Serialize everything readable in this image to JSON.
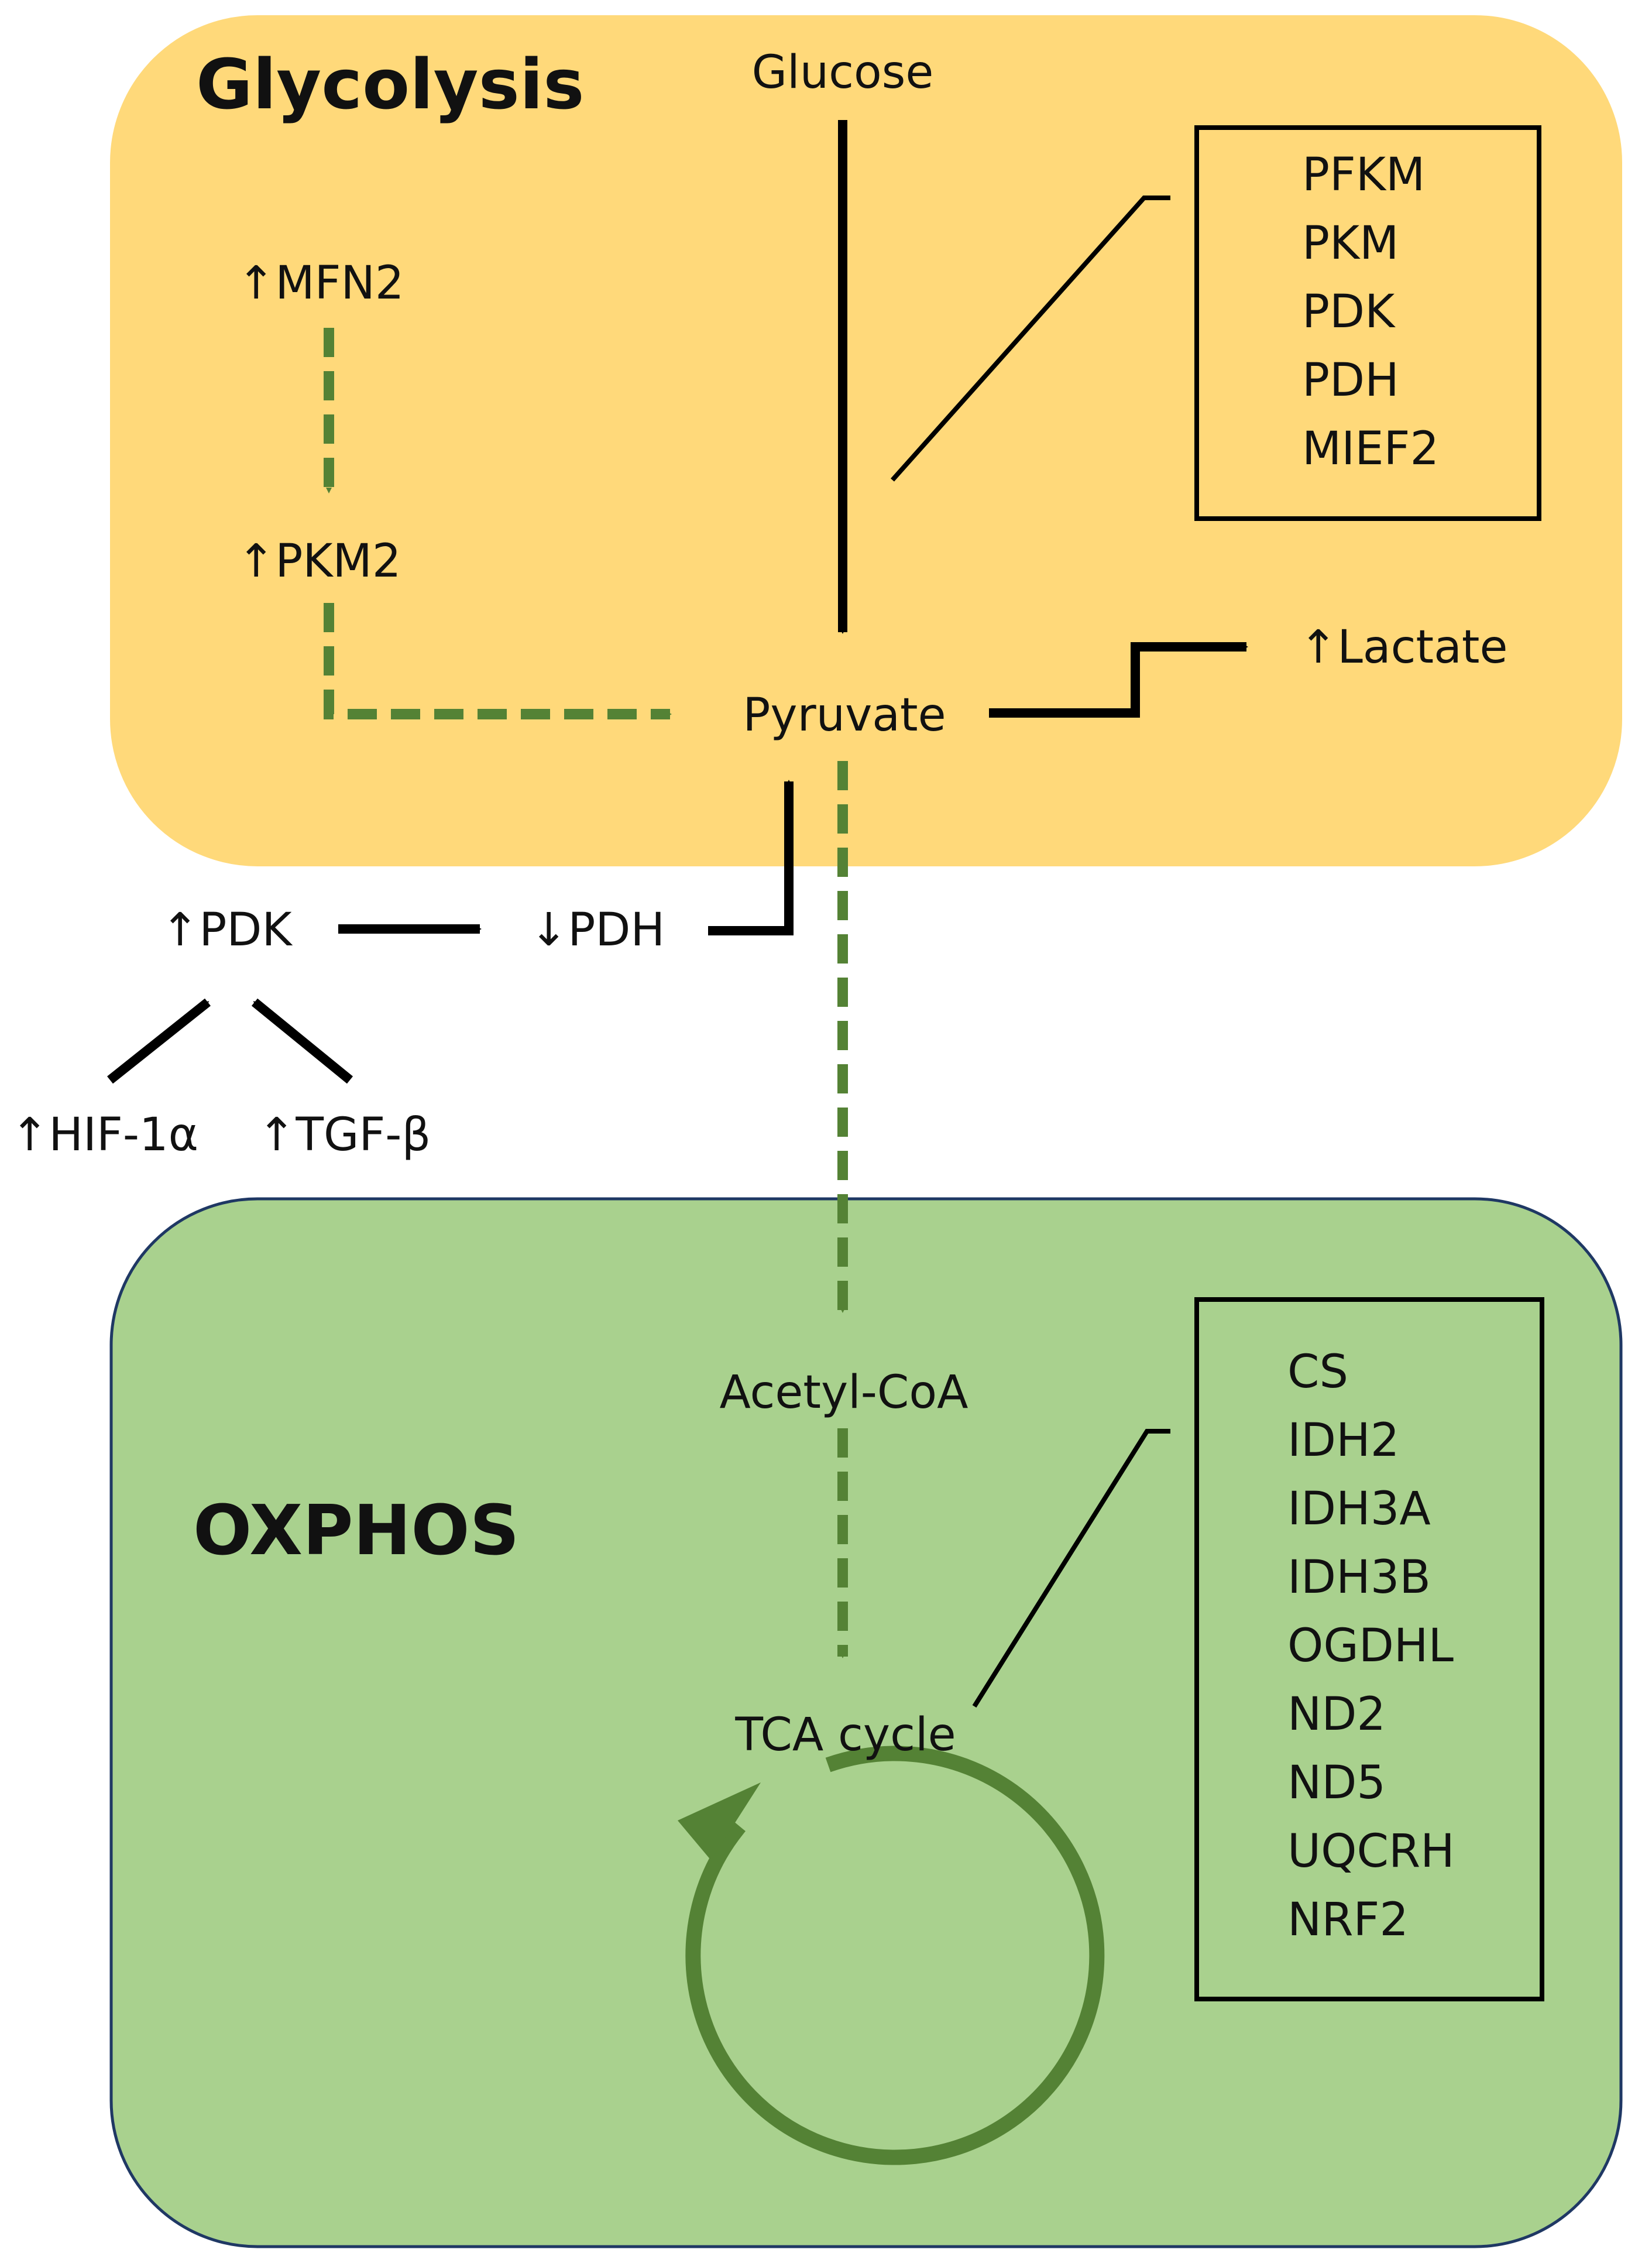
{
  "regions": {
    "glycolysis": {
      "title": "Glycolysis"
    },
    "oxphos": {
      "title": "OXPHOS"
    }
  },
  "nodes": {
    "glucose": "Glucose",
    "pyruvate": "Pyruvate",
    "lactate": "↑Lactate",
    "mfn2": "↑MFN2",
    "pkm2": "↑PKM2",
    "pdk": "↑PDK",
    "pdh": "↓PDH",
    "hif1a": "↑HIF-1α",
    "tgfb": "↑TGF-β",
    "acetyl_coa": "Acetyl-CoA",
    "tca_cycle": "TCA cycle"
  },
  "glycolysis_genes": [
    "PFKM",
    "PKM",
    "PDK",
    "PDH",
    "MIEF2"
  ],
  "oxphos_genes": [
    "CS",
    "IDH2",
    "IDH3A",
    "IDH3B",
    "OGDHL",
    "ND2",
    "ND5",
    "UQCRH",
    "NRF2"
  ],
  "colors": {
    "glycolysis_fill": "#FFD97A",
    "oxphos_fill": "#A9D18E",
    "oxphos_border": "#1F3864",
    "green_arrow": "#548235",
    "black_arrow": "#000000"
  }
}
